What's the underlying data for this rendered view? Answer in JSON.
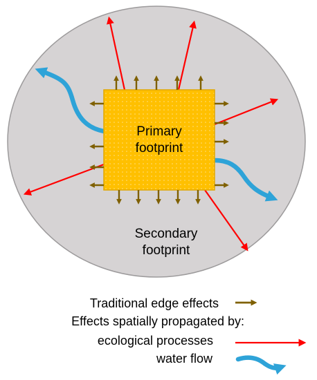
{
  "diagram": {
    "primary_label_line1": "Primary",
    "primary_label_line2": "footprint",
    "secondary_label_line1": "Secondary",
    "secondary_label_line2": "footprint"
  },
  "legend": {
    "edge_effects_label": "Traditional edge effects",
    "propagated_label": "Effects spatially propagated by:",
    "ecological_label": "ecological processes",
    "water_flow_label": "water flow"
  },
  "colors": {
    "secondary_fill": "#d6d3d4",
    "secondary_stroke": "#9c9a9b",
    "primary_fill": "#ffc000",
    "primary_dot": "#ffe08a",
    "primary_stroke": "#e0a800",
    "edge_arrow": "#7f6000",
    "ecological_arrow": "#ff0000",
    "water_flow": "#2ea3d8"
  },
  "icons": {
    "edge_effect": "short-brown-arrow-icon",
    "ecological_process": "long-red-arrow-icon",
    "water_flow": "wavy-blue-arrow-icon"
  }
}
